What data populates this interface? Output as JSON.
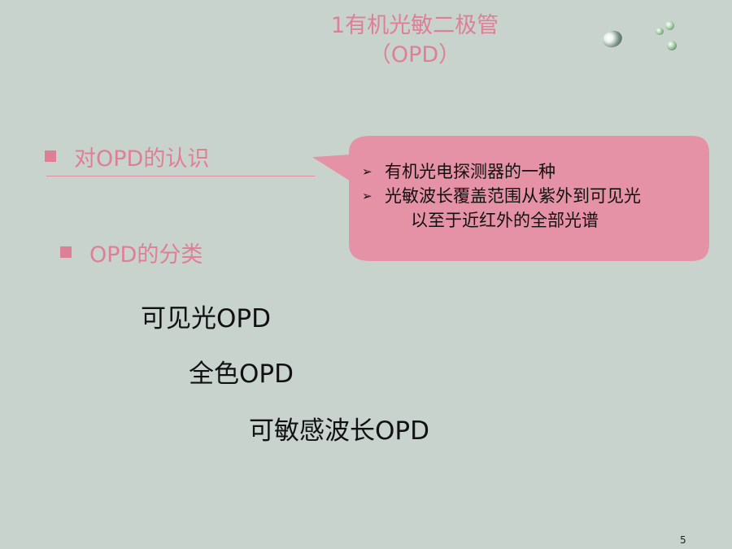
{
  "slide": {
    "title_line1": "1有机光敏二极管",
    "title_line2": "（OPD）",
    "bullets": [
      {
        "label": "对OPD的认识"
      },
      {
        "label": "OPD的分类"
      }
    ],
    "callout": {
      "items": [
        {
          "text": "有机光电探测器的一种"
        },
        {
          "text": "光敏波长覆盖范围从紫外到可见光",
          "continuation": "以至于近红外的全部光谱"
        }
      ]
    },
    "categories": [
      "可见光OPD",
      "全色OPD",
      "可敏感波长OPD"
    ],
    "page_number": "5"
  },
  "colors": {
    "background": "#c8d3ce",
    "accent_pink": "#df7f95",
    "callout_fill": "#e592a6"
  },
  "icons": {
    "bullet": "square-bullet-icon",
    "callout_item": "arrowhead-bullet-icon",
    "decoration": "water-drop-icon"
  }
}
